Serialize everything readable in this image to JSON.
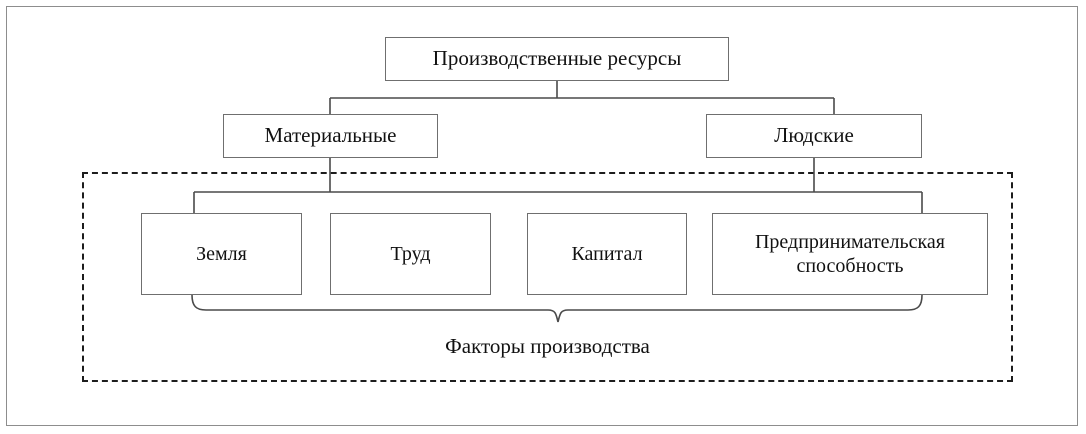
{
  "diagram": {
    "type": "hierarchy-tree",
    "title_node": "Производственные ресурсы",
    "nodes": {
      "root": "Производственные ресурсы",
      "material": "Материальные",
      "human": "Людские",
      "land": "Земля",
      "labor": "Труд",
      "capital": "Капитал",
      "entrepreneur_line1": "Предпринимательская",
      "entrepreneur_line2": "способность"
    },
    "group_caption": "Факторы производства",
    "colors": {
      "box_border": "#6f6f6f",
      "line": "#4a4a4a",
      "dashed_border": "#1d1d1d",
      "frame": "#8d8d8d",
      "text": "#111111",
      "background": "#ffffff"
    }
  }
}
